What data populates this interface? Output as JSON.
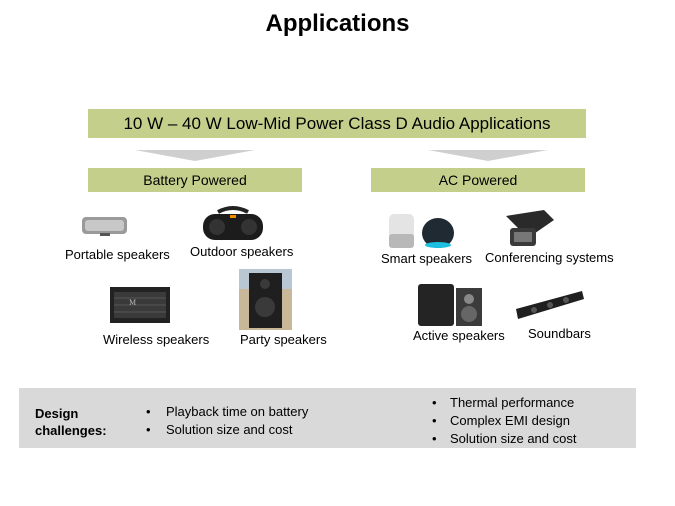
{
  "title": "Applications",
  "banner": "10 W – 40 W Low-Mid Power Class D Audio Applications",
  "left": {
    "header": "Battery Powered",
    "items": [
      "Portable speakers",
      "Outdoor speakers",
      "Wireless speakers",
      "Party speakers"
    ]
  },
  "right": {
    "header": "AC Powered",
    "items": [
      "Smart speakers",
      "Conferencing systems",
      "Active speakers",
      "Soundbars"
    ]
  },
  "challenges": {
    "label": "Design challenges:",
    "left_bullets": [
      "Playback time on battery",
      "Solution size and cost"
    ],
    "right_bullets": [
      "Thermal performance",
      "Complex EMI design",
      "Solution size and cost"
    ]
  },
  "colors": {
    "accent": "#c5cf8c",
    "arrow": "#cfcfcf",
    "panel": "#d9d9d9"
  },
  "icons": [
    "portable-speaker-icon",
    "outdoor-speaker-icon",
    "wireless-speaker-icon",
    "party-speaker-icon",
    "smart-speaker-icon",
    "conference-phone-icon",
    "active-speaker-icon",
    "soundbar-icon"
  ]
}
